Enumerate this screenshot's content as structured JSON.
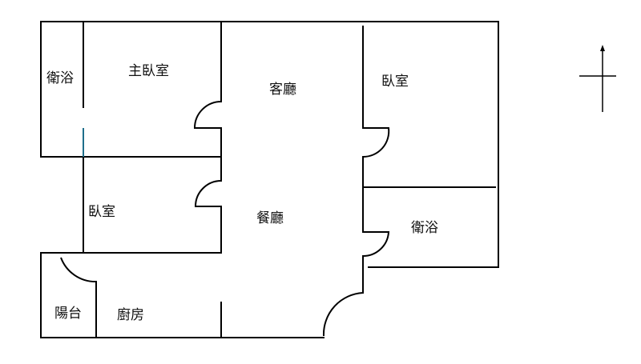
{
  "rooms": {
    "bath_left": "衛浴",
    "master_bedroom": "主臥室",
    "living_room": "客廳",
    "bedroom_right": "臥室",
    "bedroom_left": "臥室",
    "dining_room": "餐廳",
    "bath_right": "衛浴",
    "balcony": "陽台",
    "kitchen": "廚房"
  },
  "colors": {
    "wall": "#000000",
    "accent_wall": "#1f6f8b"
  },
  "icons": {
    "compass": "north-arrow-icon"
  }
}
